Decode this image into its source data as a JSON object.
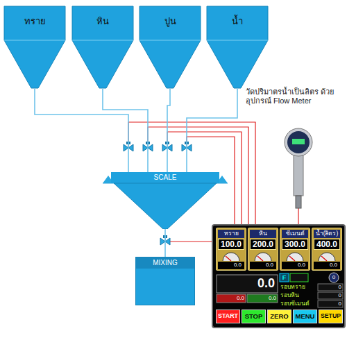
{
  "diagram": {
    "nodes": [
      {
        "text": [
          "ทราย"
        ]
      },
      {
        "text": [
          "หิน"
        ]
      },
      {
        "text": [
          "ปูน"
        ]
      },
      {
        "text": [
          "น้ำ"
        ]
      },
      {
        "text": [
          "SCALE"
        ]
      },
      {
        "text": [
          "MIXING"
        ]
      },
      {
        "text": [
          "ทราย",
          "100.0",
          "0.0"
        ]
      },
      {
        "text": [
          "หิน",
          "200.0",
          "0.0"
        ]
      },
      {
        "text": [
          "ซีเมนต์",
          "300.0",
          "0.0"
        ]
      },
      {
        "text": [
          "น้ำ(ลิตร)",
          "400.0",
          "0.0"
        ]
      },
      {
        "text": [
          "START"
        ]
      },
      {
        "text": [
          "STOP"
        ]
      },
      {
        "text": [
          "ZERO"
        ]
      },
      {
        "text": [
          "MENU"
        ]
      },
      {
        "text": [
          "SETUP"
        ]
      }
    ],
    "edges": [
      {
        "from": 0,
        "to": 4,
        "arrow": "none"
      },
      {
        "from": 1,
        "to": 4,
        "arrow": "none"
      },
      {
        "from": 2,
        "to": 4,
        "arrow": "none"
      },
      {
        "from": 3,
        "to": 4,
        "arrow": "none"
      },
      {
        "from": 4,
        "to": 5,
        "arrow": "none"
      }
    ],
    "labels": [
      "วัดปริมาตรน้ำเป็นลิตร ด้วยอุปกรณ์ Flow Meter",
      "0.0",
      "0.0",
      "0.0",
      "F",
      "รอบทราย",
      "0",
      "รอบหิน",
      "0",
      "รอบซีเมนต์",
      "0",
      "0"
    ]
  }
}
